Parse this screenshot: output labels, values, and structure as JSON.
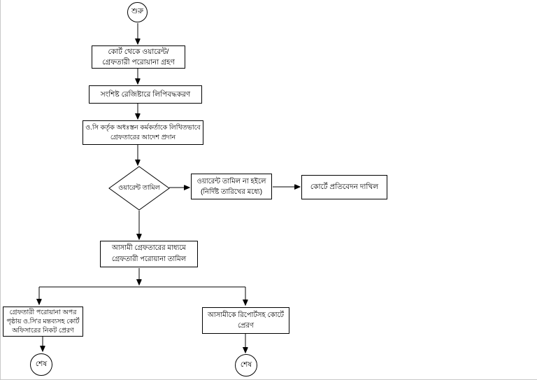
{
  "flowchart": {
    "title": "warrant-execution-flowchart",
    "start": {
      "label": "শুরু"
    },
    "nodes": {
      "receive": {
        "lines": [
          "কোর্ট থেকে ওয়ারেন্ট/",
          "গ্রেফতারী পরোয়ানা গ্রহণ"
        ]
      },
      "register": {
        "lines": [
          "সংশিষ্ট রেজিষ্টারে লিপিবদ্ধকরণ"
        ]
      },
      "order": {
        "lines": [
          "ও.সি কর্তৃক অধঃস্তন কর্মকর্তাকে লিখিতভাবে",
          "গ্রেফতারের আদেশ প্রদান"
        ]
      },
      "decision": {
        "label": "ওয়ারেন্ট তামিল"
      },
      "not_executed": {
        "lines": [
          "ওয়ারেন্ট তামিল না হইলে",
          "(নির্দিষ্ট তারিখের মধ্যে)"
        ]
      },
      "court_report": {
        "lines": [
          "কোর্টে প্রতিবেদন দাখিল"
        ]
      },
      "executed": {
        "lines": [
          "আসামী গ্রেফতারের মাধ্যমে",
          "গ্রেফতারী পরোয়ানা তামিল"
        ]
      },
      "send_court_officer": {
        "lines": [
          "গ্রেফতারী পরোয়ানা অপর",
          "পৃষ্ঠায় ও.সি'র মন্তব্যসহ কোর্ট",
          "অফিসারের নিকট প্রেরণ"
        ]
      },
      "send_accused": {
        "lines": [
          "আসামীকে রিপোর্টসহ কোর্টে",
          "প্রেরণ"
        ]
      }
    },
    "end_left": {
      "label": "শেষ"
    },
    "end_right": {
      "label": "শেষ"
    },
    "colors": {
      "line": "#000000",
      "shape_border": "#000000",
      "shape_fill": "#ffffff",
      "background": "#ffffff",
      "text": "#000000"
    }
  }
}
